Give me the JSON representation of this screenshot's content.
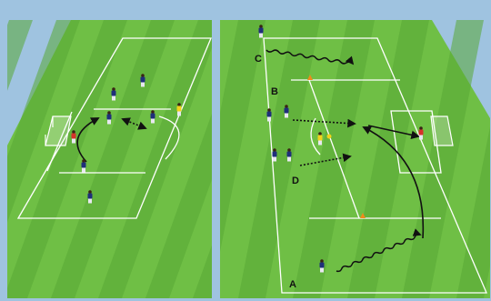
{
  "colors": {
    "background": "#9fc3e0",
    "grass_light": "#6fbf45",
    "grass_dark": "#58a834",
    "lines": "#ffffff",
    "team_blue": "#1f2f7a",
    "keeper_yellow": "#f2d31b",
    "keeper_red": "#d6322b",
    "cone": "#f08a1c",
    "arrow": "#111111"
  },
  "left_panel": {
    "icons": [
      "blue-player-icon",
      "yellow-goalkeeper-icon",
      "red-goalkeeper-icon",
      "goal-icon",
      "dotted-pass-arrow-icon",
      "curved-run-arrow-icon"
    ]
  },
  "right_panel": {
    "labels": {
      "A": "A",
      "B": "B",
      "C": "C",
      "D": "D"
    },
    "icons": [
      "blue-player-icon",
      "yellow-goalkeeper-icon",
      "red-goalkeeper-icon",
      "goal-icon",
      "wavy-dribble-arrow-icon",
      "dotted-pass-arrow-icon",
      "curved-run-arrow-icon",
      "orange-cone-icon",
      "ball-icon"
    ]
  }
}
